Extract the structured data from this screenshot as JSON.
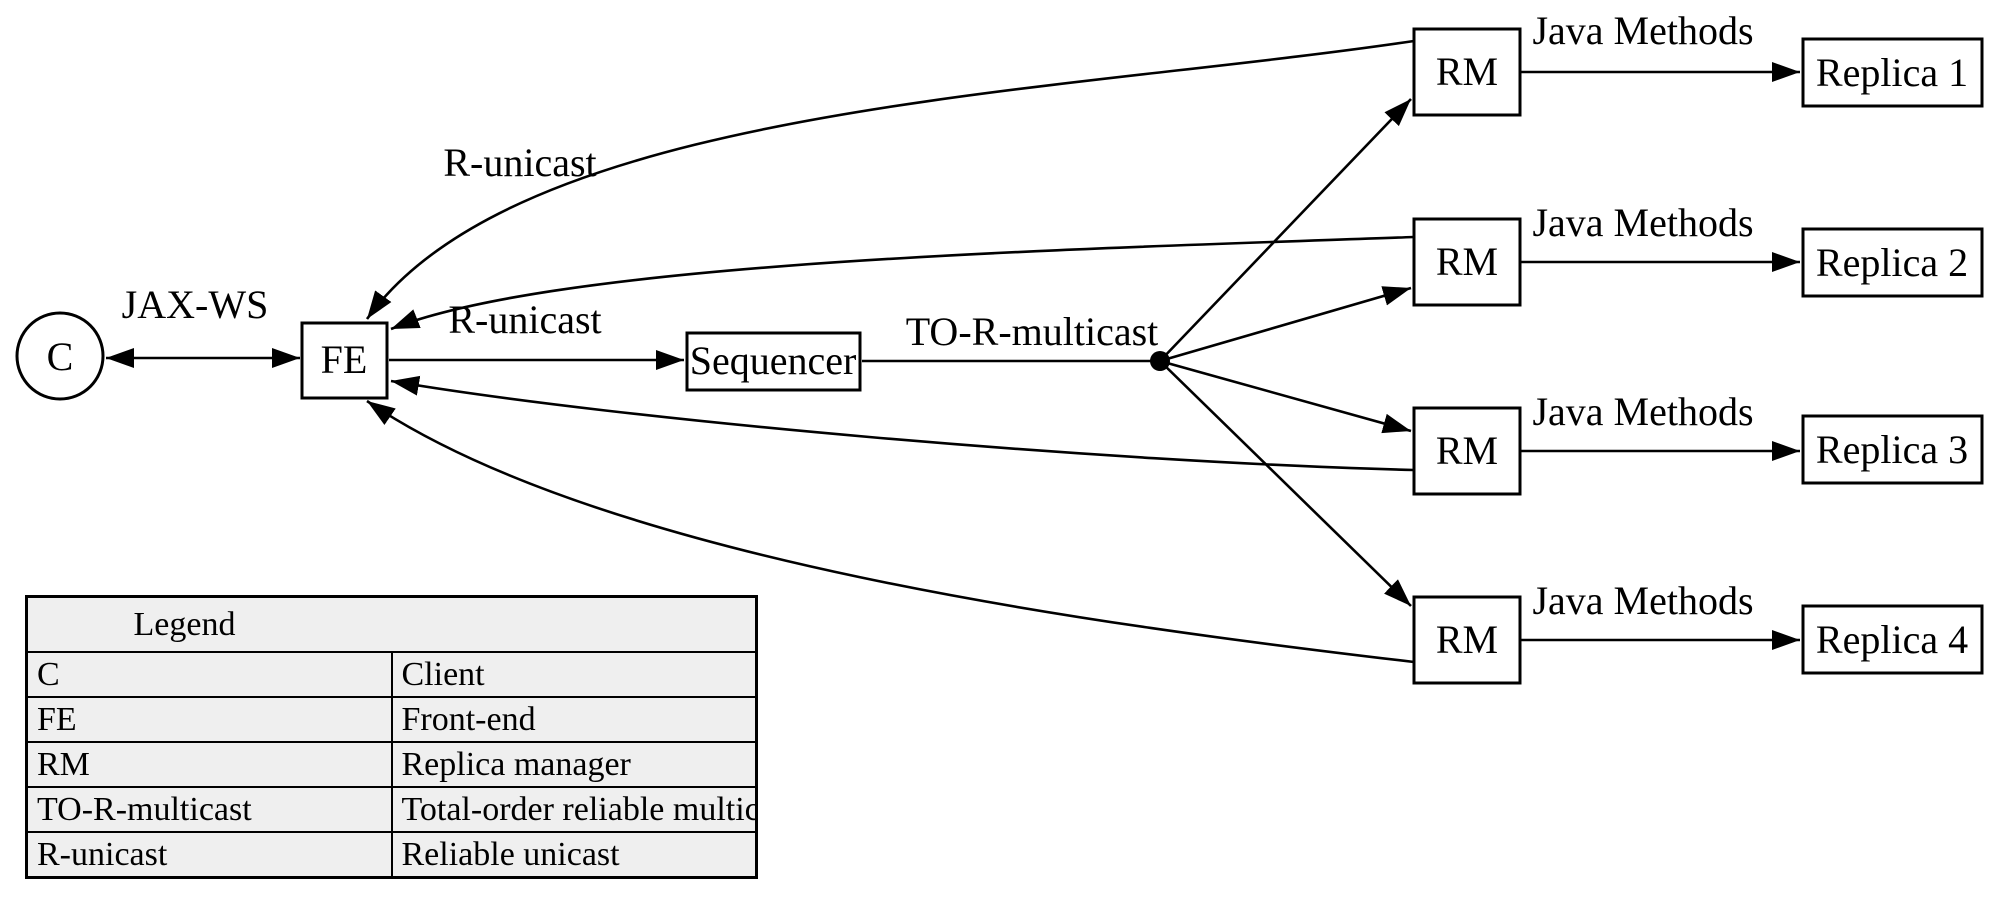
{
  "figure": {
    "description": "Replicated service architecture diagram",
    "background": "#ffffff",
    "stroke_color": "#000000",
    "legend_fill": "#efefef"
  },
  "nodes": {
    "client": "C",
    "front_end": "FE",
    "sequencer": "Sequencer",
    "rm": [
      "RM",
      "RM",
      "RM",
      "RM"
    ],
    "replicas": [
      "Replica 1",
      "Replica 2",
      "Replica 3",
      "Replica 4"
    ]
  },
  "edges": {
    "jax_ws": "JAX-WS",
    "r_unicast_top": "R-unicast",
    "r_unicast_mid": "R-unicast",
    "to_r_multicast": "TO-R-multicast",
    "java_methods": [
      "Java Methods",
      "Java Methods",
      "Java Methods",
      "Java Methods"
    ]
  },
  "legend": {
    "title": "Legend",
    "rows": [
      {
        "term": "C",
        "definition": "Client"
      },
      {
        "term": "FE",
        "definition": "Front-end"
      },
      {
        "term": "RM",
        "definition": "Replica manager"
      },
      {
        "term": "TO-R-multicast",
        "definition": "Total-order reliable multicast"
      },
      {
        "term": "R-unicast",
        "definition": "Reliable unicast"
      }
    ]
  }
}
